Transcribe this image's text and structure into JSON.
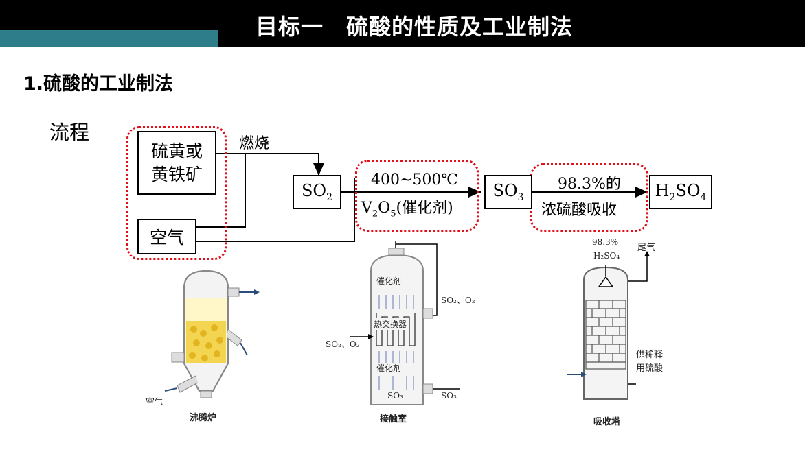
{
  "header": {
    "title": "目标一　硫酸的性质及工业制法",
    "bar_color": "#000000",
    "accent_color": "#2e7d8a"
  },
  "section": {
    "heading": "1.硫酸的工业制法",
    "process_label": "流程"
  },
  "flow": {
    "raw_material_line1": "硫黄或",
    "raw_material_line2": "黄铁矿",
    "air": "空气",
    "burn_label": "燃烧",
    "so2": "SO",
    "so2_sub": "2",
    "condition_temp": "400~500℃",
    "condition_cat_v": "V",
    "condition_cat_sub2": "2",
    "condition_cat_o": "O",
    "condition_cat_sub5": "5",
    "condition_cat_text": "(催化剂)",
    "so3": "SO",
    "so3_sub": "3",
    "absorb_line1": "98.3%的",
    "absorb_line2": "浓硫酸吸收",
    "h2so4_h": "H",
    "h2so4_sub2": "2",
    "h2so4_so": "SO",
    "h2so4_sub4": "4",
    "highlight_color": "#e0101a"
  },
  "equipment": {
    "furnace": {
      "caption": "沸腾炉",
      "air_label": "空气"
    },
    "contact_chamber": {
      "caption": "接触室",
      "catalyst_top": "催化剂",
      "heat_exchanger": "热交换器",
      "catalyst_bottom": "催化剂",
      "gas_in_right": "SO₂、O₂",
      "gas_in_left": "SO₂、O₂",
      "so3_inner": "SO₃",
      "so3_out": "SO₃"
    },
    "absorption_tower": {
      "caption": "吸收塔",
      "acid_in_line1": "98.3%",
      "acid_in_line2": "H₂SO₄",
      "tail_gas": "尾气",
      "dilute_line1": "供稀释",
      "dilute_line2": "用硫酸"
    }
  }
}
